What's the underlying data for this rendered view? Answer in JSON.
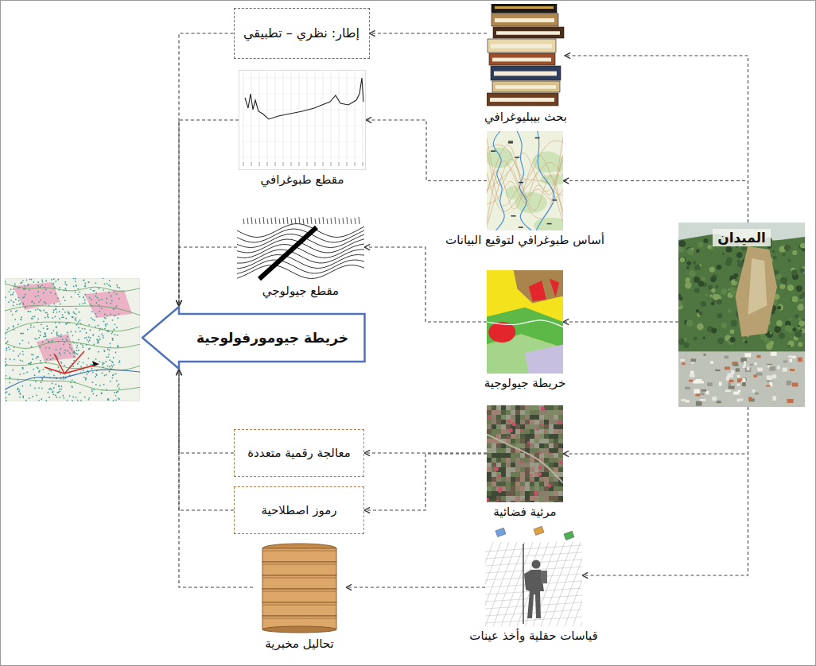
{
  "diagram": {
    "nodes": [
      {
        "text": [
          "الميدان"
        ]
      },
      {
        "text": [
          "بحث بيبليوغرافي"
        ]
      },
      {
        "text": [
          "أساس طبوغرافي لتوقيع البيانات"
        ]
      },
      {
        "text": [
          "خريطة جيولوجية"
        ]
      },
      {
        "text": [
          "مرئية فضائية"
        ]
      },
      {
        "text": [
          "قياسات حقلية وأخذ عينات"
        ]
      },
      {
        "text": [
          "إطار: نظري – تطبيقي"
        ]
      },
      {
        "text": [
          "مقطع طبوغرافي"
        ]
      },
      {
        "text": [
          "مقطع جيولوجي"
        ]
      },
      {
        "text": [
          "معالجة رقمية متعددة"
        ]
      },
      {
        "text": [
          "رموز اصطلاحية"
        ]
      },
      {
        "text": [
          "تحاليل مخبرية"
        ]
      },
      {
        "text": [
          "خريطة جيومورفولوجية"
        ]
      }
    ],
    "edges": [
      {
        "from": 0,
        "to": 1,
        "arrow": "to"
      },
      {
        "from": 0,
        "to": 2,
        "arrow": "to"
      },
      {
        "from": 0,
        "to": 3,
        "arrow": "to"
      },
      {
        "from": 0,
        "to": 4,
        "arrow": "to"
      },
      {
        "from": 0,
        "to": 5,
        "arrow": "to"
      },
      {
        "from": 1,
        "to": 6,
        "arrow": "to"
      },
      {
        "from": 2,
        "to": 7,
        "arrow": "to"
      },
      {
        "from": 3,
        "to": 8,
        "arrow": "to"
      },
      {
        "from": 4,
        "to": 9,
        "arrow": "to"
      },
      {
        "from": 4,
        "to": 10,
        "arrow": "to"
      },
      {
        "from": 5,
        "to": 11,
        "arrow": "to"
      },
      {
        "from": 6,
        "to": 12,
        "arrow": "to"
      },
      {
        "from": 7,
        "to": 12,
        "arrow": "to"
      },
      {
        "from": 8,
        "to": 12,
        "arrow": "to"
      },
      {
        "from": 9,
        "to": 12,
        "arrow": "to"
      },
      {
        "from": 10,
        "to": 12,
        "arrow": "to"
      },
      {
        "from": 11,
        "to": 12,
        "arrow": "to"
      }
    ]
  }
}
